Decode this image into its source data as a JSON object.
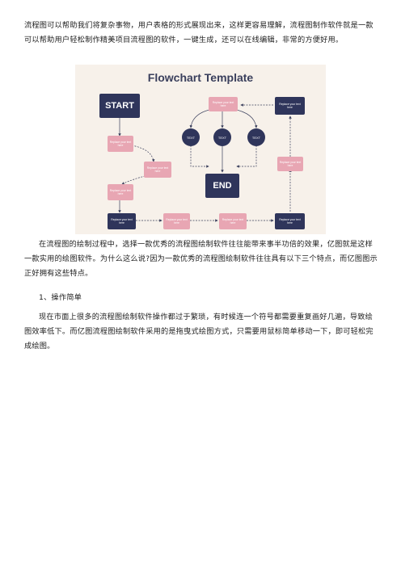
{
  "paragraphs": {
    "intro": "流程图可以帮助我们将复杂事物，用户表格的形式展现出来，这样更容易理解，流程图制作软件就是一款可以帮助用户轻松制作精美项目流程图的软件，一键生成，还可以在线编辑，非常的方便好用。",
    "second": "在流程图的绘制过程中，选择一款优秀的流程图绘制软件往往能带来事半功倍的效果，亿图就是这样一款实用的绘图软件。为什么这么说?因为一款优秀的流程图绘制软件往往具有以下三个特点，而亿图图示正好拥有这些特点。",
    "heading": "1、操作简单",
    "third": "现在市面上很多的流程图绘制软件操作都过于繁琐，有时候连一个符号都需要重复画好几遍，导致绘图效率低下。而亿图流程图绘制软件采用的是拖曳式绘图方式，只需要用鼠标简单移动一下，即可轻松完成绘图。"
  },
  "figure": {
    "title": "Flowchart Template",
    "start": "START",
    "end": "END",
    "placeholder": "Replace your text here",
    "text_label": "TEXT",
    "colors": {
      "background": "#f7f1ea",
      "pink": "#e8a6b3",
      "navy": "#2f355b"
    }
  }
}
